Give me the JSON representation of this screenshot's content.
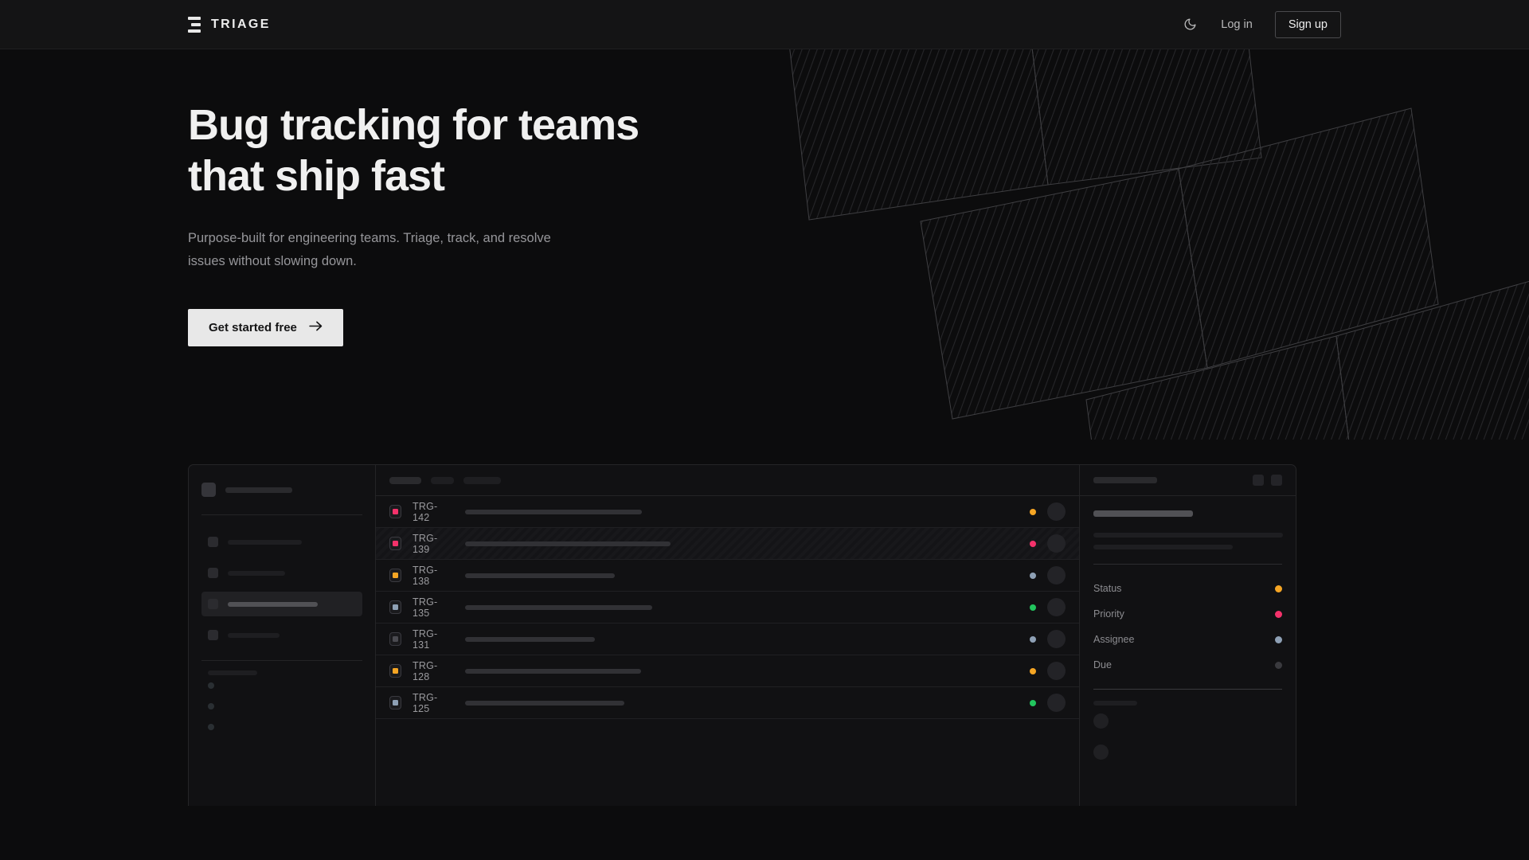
{
  "nav": {
    "logo_text": "TRIAGE",
    "logo_icon": "triage-bars-logo",
    "theme_icon": "moon-icon",
    "login_label": "Log in",
    "signup_label": "Sign up"
  },
  "hero": {
    "heading_line1": "Bug tracking for teams",
    "heading_line2": "that ship fast",
    "subheading": "Purpose-built for engineering teams. Triage, track, and resolve issues without slowing down.",
    "cta_label": "Get started free",
    "cta_icon": "arrow-right-icon",
    "art": "diagonal-hatched-ribbon-shapes"
  },
  "app": {
    "sidebar": {
      "brand_placeholder_width": 84,
      "items": [
        {
          "width": 93,
          "active": false
        },
        {
          "width": 72,
          "active": false
        },
        {
          "width": 113,
          "active": true
        },
        {
          "width": 65,
          "active": false
        }
      ],
      "section_label_width": 62,
      "sub_items": [
        {
          "width": 0
        },
        {
          "width": 0
        },
        {
          "width": 0
        }
      ]
    },
    "toolbar": {
      "chips": [
        40,
        29,
        47
      ]
    },
    "rows": [
      {
        "id": "TRG-142",
        "badge_color": "#f4326b",
        "title_width": 222,
        "status_color": "#f5a524",
        "hatched": false
      },
      {
        "id": "TRG-139",
        "badge_color": "#f4326b",
        "title_width": 258,
        "status_color": "#f4326b",
        "hatched": true
      },
      {
        "id": "TRG-138",
        "badge_color": "#f5a524",
        "title_width": 188,
        "status_color": "#8ea0b5",
        "hatched": false
      },
      {
        "id": "TRG-135",
        "badge_color": "#8ea0b5",
        "title_width": 235,
        "status_color": "#22c55e",
        "hatched": false
      },
      {
        "id": "TRG-131",
        "badge_color": "#4a4a50",
        "title_width": 163,
        "status_color": "#8ea0b5",
        "hatched": false
      },
      {
        "id": "TRG-128",
        "badge_color": "#f5a524",
        "title_width": 221,
        "status_color": "#f5a524",
        "hatched": false
      },
      {
        "id": "TRG-125",
        "badge_color": "#8ea0b5",
        "title_width": 200,
        "status_color": "#22c55e",
        "hatched": false
      }
    ],
    "detail": {
      "header_placeholder_width": 80,
      "header_icons": [
        "panel-icon",
        "expand-icon"
      ],
      "title_placeholder_width": 125,
      "body_lines": [
        238,
        175
      ],
      "fields": [
        {
          "label": "Status",
          "color": "#f5a524"
        },
        {
          "label": "Priority",
          "color": "#f4326b"
        },
        {
          "label": "Assignee",
          "color": "#8ea0b5"
        },
        {
          "label": "Due",
          "color": "#3a3a3e"
        }
      ],
      "comments_label_width": 55,
      "comments": [
        {
          "id": 1
        },
        {
          "id": 2
        }
      ]
    }
  },
  "colors": {
    "background": "#0c0c0d",
    "nav_background": "#141415",
    "panel_background": "#111113",
    "border": "#252527",
    "text_primary": "#f0f0f0",
    "text_muted": "#96969a",
    "accent_amber": "#f5a524",
    "accent_pink": "#f4326b",
    "accent_green": "#22c55e",
    "accent_slate": "#8ea0b5",
    "cta_background": "#e8e8e8"
  }
}
